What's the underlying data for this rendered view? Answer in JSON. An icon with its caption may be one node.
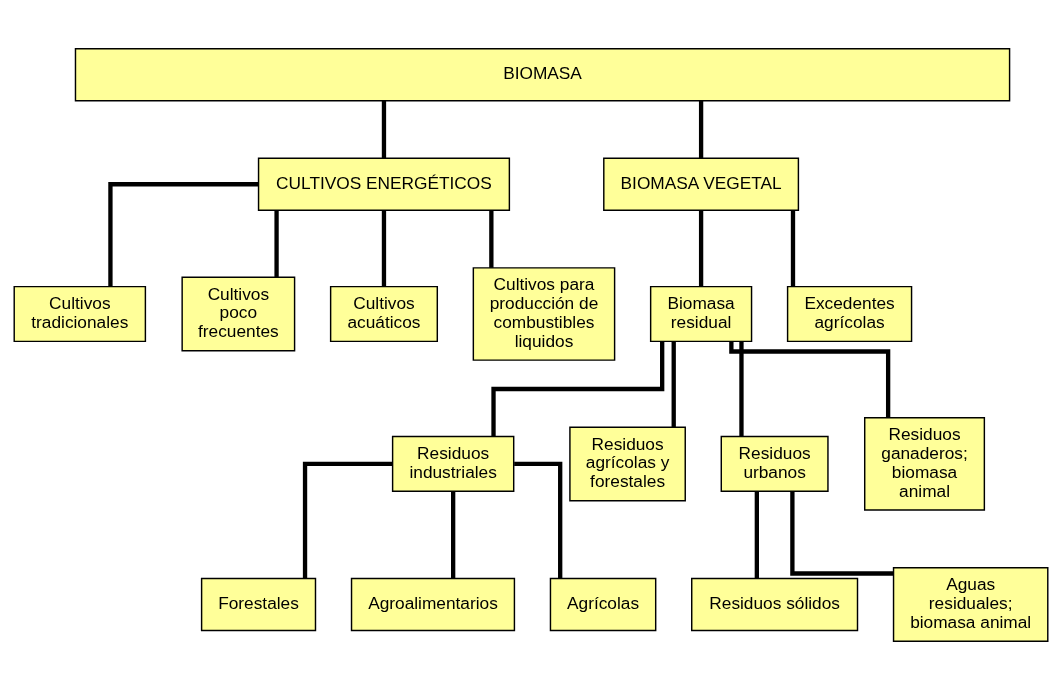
{
  "diagram": {
    "nodes": [
      {
        "text": [
          "BIOMASA"
        ]
      },
      {
        "text": [
          "CULTIVOS ENERGÉTICOS"
        ]
      },
      {
        "text": [
          "BIOMASA VEGETAL"
        ]
      },
      {
        "text": [
          "Cultivos tradicionales"
        ]
      },
      {
        "text": [
          "Cultivos poco frecuentes"
        ]
      },
      {
        "text": [
          "Cultivos acuáticos"
        ]
      },
      {
        "text": [
          "Cultivos para producción de combustibles liquidos"
        ]
      },
      {
        "text": [
          "Biomasa residual"
        ]
      },
      {
        "text": [
          "Excedentes agrícolas"
        ]
      },
      {
        "text": [
          "Residuos industriales"
        ]
      },
      {
        "text": [
          "Residuos agrícolas y forestales"
        ]
      },
      {
        "text": [
          "Residuos urbanos"
        ]
      },
      {
        "text": [
          "Residuos ganaderos; biomasa animal"
        ]
      },
      {
        "text": [
          "Forestales"
        ]
      },
      {
        "text": [
          "Agroalimentarios"
        ]
      },
      {
        "text": [
          "Agrícolas"
        ]
      },
      {
        "text": [
          "Residuos sólidos"
        ]
      },
      {
        "text": [
          "Aguas residuales; biomasa animal"
        ]
      }
    ],
    "edges": [
      {
        "from": 0,
        "to": 1,
        "arrow": "none"
      },
      {
        "from": 0,
        "to": 2,
        "arrow": "none"
      },
      {
        "from": 1,
        "to": 3,
        "arrow": "none"
      },
      {
        "from": 1,
        "to": 4,
        "arrow": "none"
      },
      {
        "from": 1,
        "to": 5,
        "arrow": "none"
      },
      {
        "from": 1,
        "to": 6,
        "arrow": "none"
      },
      {
        "from": 2,
        "to": 7,
        "arrow": "none"
      },
      {
        "from": 2,
        "to": 8,
        "arrow": "none"
      },
      {
        "from": 7,
        "to": 9,
        "arrow": "none"
      },
      {
        "from": 7,
        "to": 10,
        "arrow": "none"
      },
      {
        "from": 7,
        "to": 11,
        "arrow": "none"
      },
      {
        "from": 7,
        "to": 12,
        "arrow": "none"
      },
      {
        "from": 9,
        "to": 13,
        "arrow": "none"
      },
      {
        "from": 9,
        "to": 14,
        "arrow": "none"
      },
      {
        "from": 9,
        "to": 15,
        "arrow": "none"
      },
      {
        "from": 11,
        "to": 16,
        "arrow": "none"
      },
      {
        "from": 11,
        "to": 17,
        "arrow": "none"
      }
    ]
  }
}
